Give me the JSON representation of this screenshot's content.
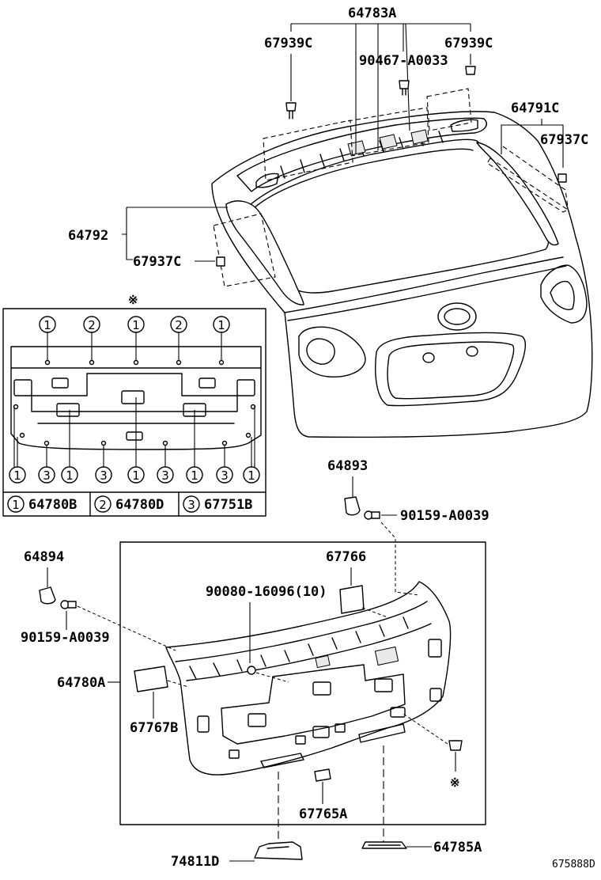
{
  "callouts": {
    "p64783A": "64783A",
    "p67939C_left": "67939C",
    "p67939C_right": "67939C",
    "p90467": "90467-A0033",
    "p64791C": "64791C",
    "p67937C_right": "67937C",
    "p64792": "64792",
    "p67937C_left": "67937C",
    "p64893": "64893",
    "p90159_upper": "90159-A0039",
    "p64894": "64894",
    "p67766": "67766",
    "p90080": "90080-16096(10)",
    "p90159_lower": "90159-A0039",
    "p64780A": "64780A",
    "p67767B": "67767B",
    "p67765A": "67765A",
    "p74811D": "74811D",
    "p64785A": "64785A",
    "kome_lower": "※",
    "kome_inset": "※"
  },
  "inset": {
    "top_markers": [
      "1",
      "2",
      "1",
      "2",
      "1"
    ],
    "bottom_markers": [
      "1",
      "3",
      "1",
      "3",
      "1",
      "3",
      "1",
      "3",
      "1"
    ],
    "legend": [
      {
        "num": "1",
        "part": "64780B"
      },
      {
        "num": "2",
        "part": "64780D"
      },
      {
        "num": "3",
        "part": "67751B"
      }
    ]
  },
  "diagram_id": "675888D"
}
